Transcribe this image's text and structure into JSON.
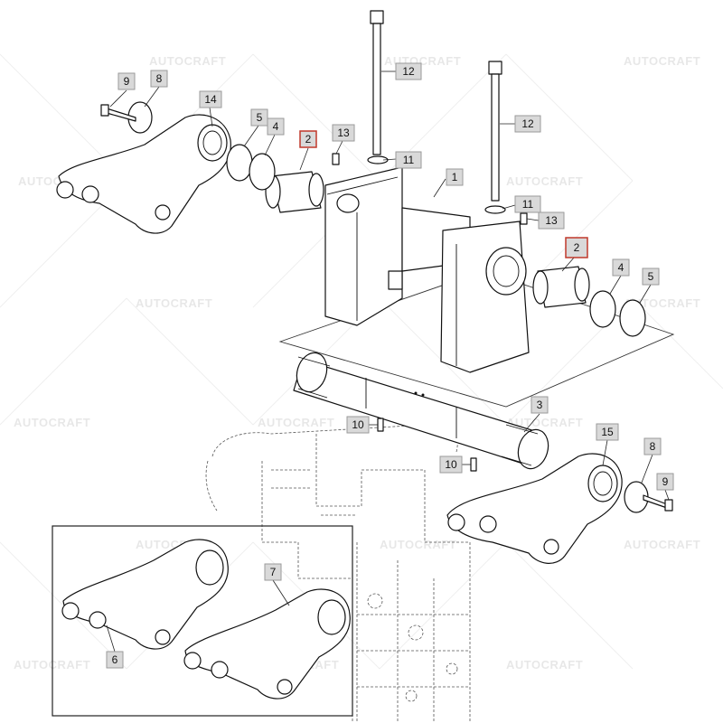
{
  "watermark": {
    "text": "AUTOCRAFT"
  },
  "callouts": [
    {
      "id": "c9a",
      "label": "9",
      "highlight": false
    },
    {
      "id": "c8a",
      "label": "8",
      "highlight": false
    },
    {
      "id": "c14",
      "label": "14",
      "highlight": false
    },
    {
      "id": "c5a",
      "label": "5",
      "highlight": false
    },
    {
      "id": "c4a",
      "label": "4",
      "highlight": false
    },
    {
      "id": "c2a",
      "label": "2",
      "highlight": true
    },
    {
      "id": "c13a",
      "label": "13",
      "highlight": false
    },
    {
      "id": "c12a",
      "label": "12",
      "highlight": false
    },
    {
      "id": "c11a",
      "label": "11",
      "highlight": false
    },
    {
      "id": "c1",
      "label": "1",
      "highlight": false
    },
    {
      "id": "c12b",
      "label": "12",
      "highlight": false
    },
    {
      "id": "c11b",
      "label": "11",
      "highlight": false
    },
    {
      "id": "c13b",
      "label": "13",
      "highlight": false
    },
    {
      "id": "c2b",
      "label": "2",
      "highlight": true
    },
    {
      "id": "c4b",
      "label": "4",
      "highlight": false
    },
    {
      "id": "c5b",
      "label": "5",
      "highlight": false
    },
    {
      "id": "c3",
      "label": "3",
      "highlight": false
    },
    {
      "id": "c10a",
      "label": "10",
      "highlight": false
    },
    {
      "id": "c10b",
      "label": "10",
      "highlight": false
    },
    {
      "id": "c15",
      "label": "15",
      "highlight": false
    },
    {
      "id": "c8b",
      "label": "8",
      "highlight": false
    },
    {
      "id": "c9b",
      "label": "9",
      "highlight": false
    },
    {
      "id": "c7",
      "label": "7",
      "highlight": false
    },
    {
      "id": "c6",
      "label": "6",
      "highlight": false
    }
  ]
}
